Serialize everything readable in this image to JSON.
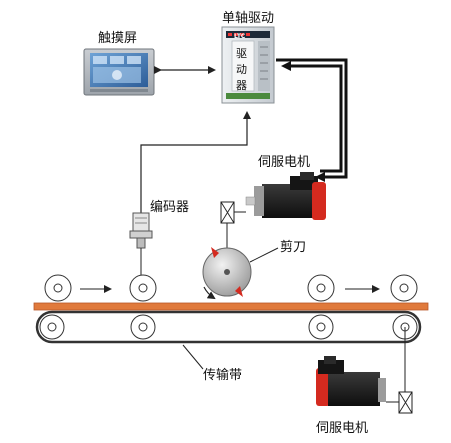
{
  "labels": {
    "touchscreen": "触摸屏",
    "single_axis_driver": "单轴驱动",
    "driver_panel_text": [
      "驱",
      "动",
      "器"
    ],
    "driver_brand": "LTC",
    "servo_motor_top": "伺服电机",
    "encoder": "编码器",
    "cutter": "剪刀",
    "conveyor_belt": "传输带",
    "servo_motor_bottom": "伺服电机"
  },
  "colors": {
    "belt_orange": "#e07a3c",
    "motor_red": "#d42a1f",
    "motor_black": "#1a1a1a",
    "line": "#222222",
    "driver_body": "#dde2e6",
    "screen_blue": "#3c6fa8"
  },
  "icons": {
    "touchscreen": "hmi-panel-icon",
    "driver": "servo-driver-icon",
    "motor": "servo-motor-icon",
    "encoder": "rotary-encoder-icon",
    "cutter": "rotary-knife-icon",
    "coupling": "shaft-coupling-icon"
  }
}
